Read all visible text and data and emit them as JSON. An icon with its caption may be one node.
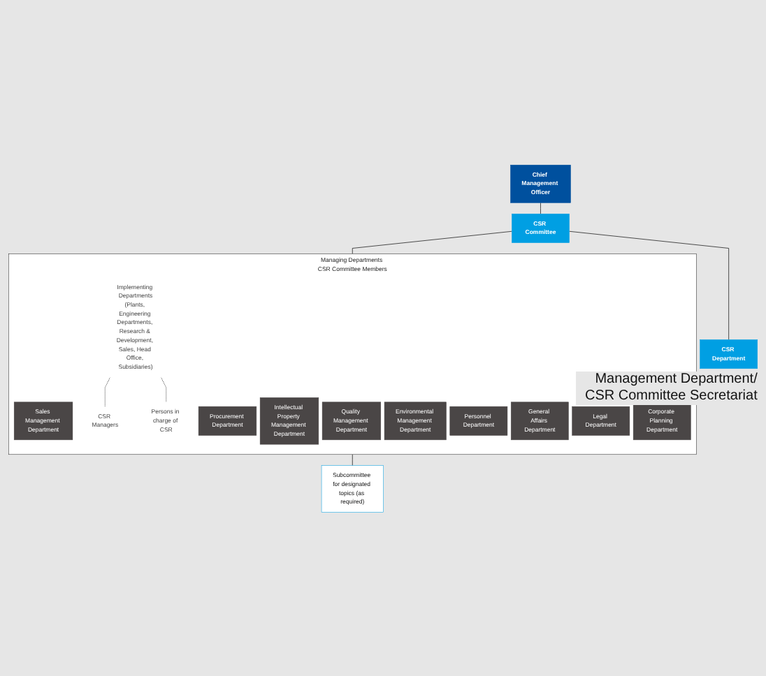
{
  "diagram": {
    "nodes": [
      {
        "text": [
          "Chief Management Officer"
        ]
      },
      {
        "text": [
          "CSR Committee"
        ]
      },
      {
        "text": [
          "CSR Department"
        ],
        "beside": [
          "Management Department/ CSR Committee Secretariat"
        ]
      },
      {
        "text": [
          "Managing Departments CSR Committee Members"
        ]
      },
      {
        "text": [
          "Sales Management Department"
        ],
        "in": 3
      },
      {
        "text": [
          "Procurement Department"
        ],
        "in": 3
      },
      {
        "text": [
          "Intellectual Property Management Department"
        ],
        "in": 3
      },
      {
        "text": [
          "Quality Management Department"
        ],
        "in": 3
      },
      {
        "text": [
          "Environmental Management Department"
        ],
        "in": 3
      },
      {
        "text": [
          "Personnel Department"
        ],
        "in": 3
      },
      {
        "text": [
          "General Affairs Department"
        ],
        "in": 3
      },
      {
        "text": [
          "Legal Department"
        ],
        "in": 3
      },
      {
        "text": [
          "Corporate Planning Department"
        ],
        "in": 3
      },
      {
        "text": [
          "Implementing Departments",
          "(Plants, Engineering Departments, Research & Development, Sales, Head Office, Subsidiaries)"
        ],
        "in": 3
      },
      {
        "text": [
          "CSR Managers"
        ],
        "in": 3
      },
      {
        "text": [
          "Persons in charge of CSR"
        ],
        "in": 3
      },
      {
        "text": [
          "Subcommittee for designated topics (as required)"
        ]
      }
    ],
    "edges": [
      {
        "from": 0,
        "to": 1,
        "arrow": "none"
      },
      {
        "from": 1,
        "to": 2,
        "arrow": "none"
      },
      {
        "from": 1,
        "to": 3,
        "arrow": "none"
      },
      {
        "from": 13,
        "to": 14,
        "arrow": "none",
        "style": "dashed"
      },
      {
        "from": 13,
        "to": 15,
        "arrow": "none",
        "style": "dashed"
      },
      {
        "from": 3,
        "to": 16,
        "arrow": "none"
      }
    ]
  }
}
